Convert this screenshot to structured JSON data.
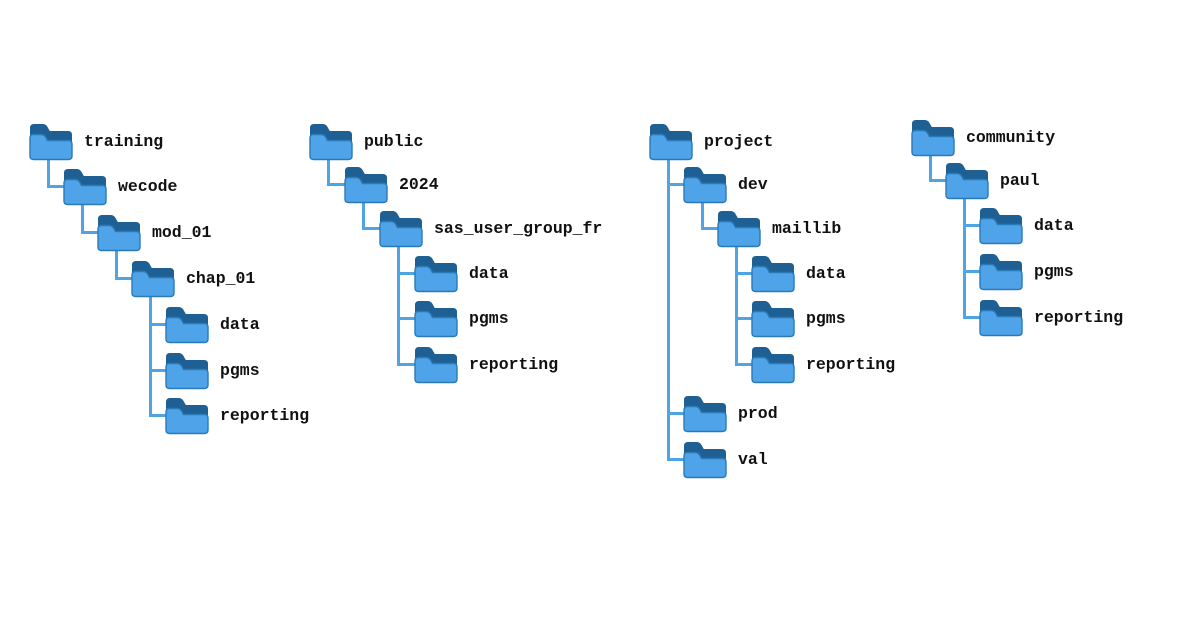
{
  "canvas": {
    "background": "#ffffff"
  },
  "colors": {
    "folder_back": "#1E6094",
    "folder_front": "#4FA3E8",
    "folder_outline": "#2B7AB8",
    "connector": "#4FA5E4",
    "label_text": "#111111"
  },
  "icon_names": [
    "folder-icon"
  ],
  "trees": [
    {
      "id": "training",
      "nodes": [
        {
          "label": "training",
          "level": 0,
          "parent": null
        },
        {
          "label": "wecode",
          "level": 1,
          "parent": "training"
        },
        {
          "label": "mod_01",
          "level": 2,
          "parent": "wecode"
        },
        {
          "label": "chap_01",
          "level": 3,
          "parent": "mod_01"
        },
        {
          "label": "data",
          "level": 4,
          "parent": "chap_01"
        },
        {
          "label": "pgms",
          "level": 4,
          "parent": "chap_01"
        },
        {
          "label": "reporting",
          "level": 4,
          "parent": "chap_01"
        }
      ]
    },
    {
      "id": "public",
      "nodes": [
        {
          "label": "public",
          "level": 0,
          "parent": null
        },
        {
          "label": "2024",
          "level": 1,
          "parent": "public"
        },
        {
          "label": "sas_user_group_fr",
          "level": 2,
          "parent": "2024"
        },
        {
          "label": "data",
          "level": 3,
          "parent": "sas_user_group_fr"
        },
        {
          "label": "pgms",
          "level": 3,
          "parent": "sas_user_group_fr"
        },
        {
          "label": "reporting",
          "level": 3,
          "parent": "sas_user_group_fr"
        }
      ]
    },
    {
      "id": "project",
      "nodes": [
        {
          "label": "project",
          "level": 0,
          "parent": null
        },
        {
          "label": "dev",
          "level": 1,
          "parent": "project"
        },
        {
          "label": "maillib",
          "level": 2,
          "parent": "dev"
        },
        {
          "label": "data",
          "level": 3,
          "parent": "maillib"
        },
        {
          "label": "pgms",
          "level": 3,
          "parent": "maillib"
        },
        {
          "label": "reporting",
          "level": 3,
          "parent": "maillib"
        },
        {
          "label": "prod",
          "level": 1,
          "parent": "project"
        },
        {
          "label": "val",
          "level": 1,
          "parent": "project"
        }
      ]
    },
    {
      "id": "community",
      "nodes": [
        {
          "label": "community",
          "level": 0,
          "parent": null
        },
        {
          "label": "paul",
          "level": 1,
          "parent": "community"
        },
        {
          "label": "data",
          "level": 2,
          "parent": "paul"
        },
        {
          "label": "pgms",
          "level": 2,
          "parent": "paul"
        },
        {
          "label": "reporting",
          "level": 2,
          "parent": "paul"
        }
      ]
    }
  ]
}
